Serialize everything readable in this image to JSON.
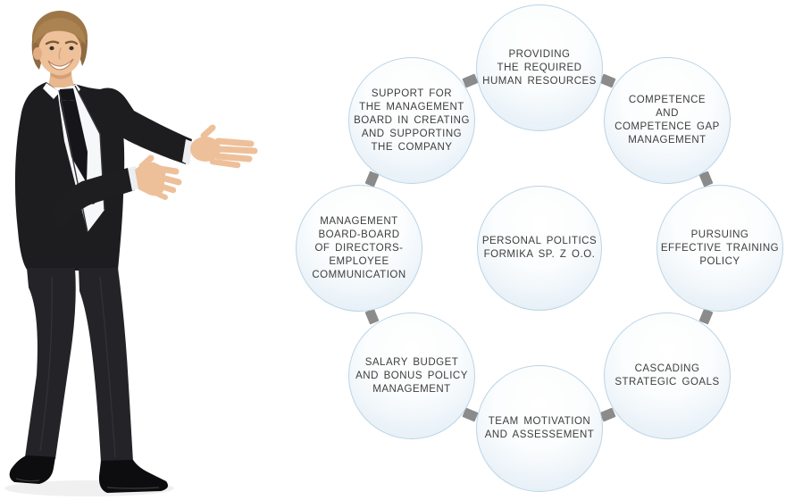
{
  "diagram": {
    "center": {
      "label": "PERSONAL POLITICS\nFORMIKA SP. Z O.O."
    },
    "nodes": [
      {
        "label": "PROVIDING\nTHE REQUIRED\nHUMAN RESOURCES"
      },
      {
        "label": "COMPETENCE\nAND\nCOMPETENCE GAP\nMANAGEMENT"
      },
      {
        "label": "PURSUING\nEFFECTIVE TRAINING\nPOLICY"
      },
      {
        "label": "CASCADING\nSTRATEGIC GOALS"
      },
      {
        "label": "TEAM MOTIVATION\nAND ASSESSEMENT"
      },
      {
        "label": "SALARY BUDGET\nAND BONUS POLICY\nMANAGEMENT"
      },
      {
        "label": "MANAGEMENT\nBOARD-BOARD\nOF DIRECTORS-\nEMPLOYEE\nCOMMUNICATION"
      },
      {
        "label": "SUPPORT FOR\nTHE MANAGEMENT\nBOARD IN CREATING\nAND SUPPORTING\nTHE COMPANY"
      }
    ],
    "colors": {
      "circle_border": "#bcd4e4",
      "circle_fill_top": "#ffffff",
      "circle_fill_bottom": "#dcebf5",
      "connector": "#8b8b8b",
      "text": "#3d3d3d"
    }
  },
  "figure": {
    "name": "businessman-presenting",
    "colors": {
      "suit": "#1d1d20",
      "shirt": "#f6f7f9",
      "tie": "#16161a",
      "skin": "#edc09a",
      "hair": "#9d7748"
    }
  }
}
